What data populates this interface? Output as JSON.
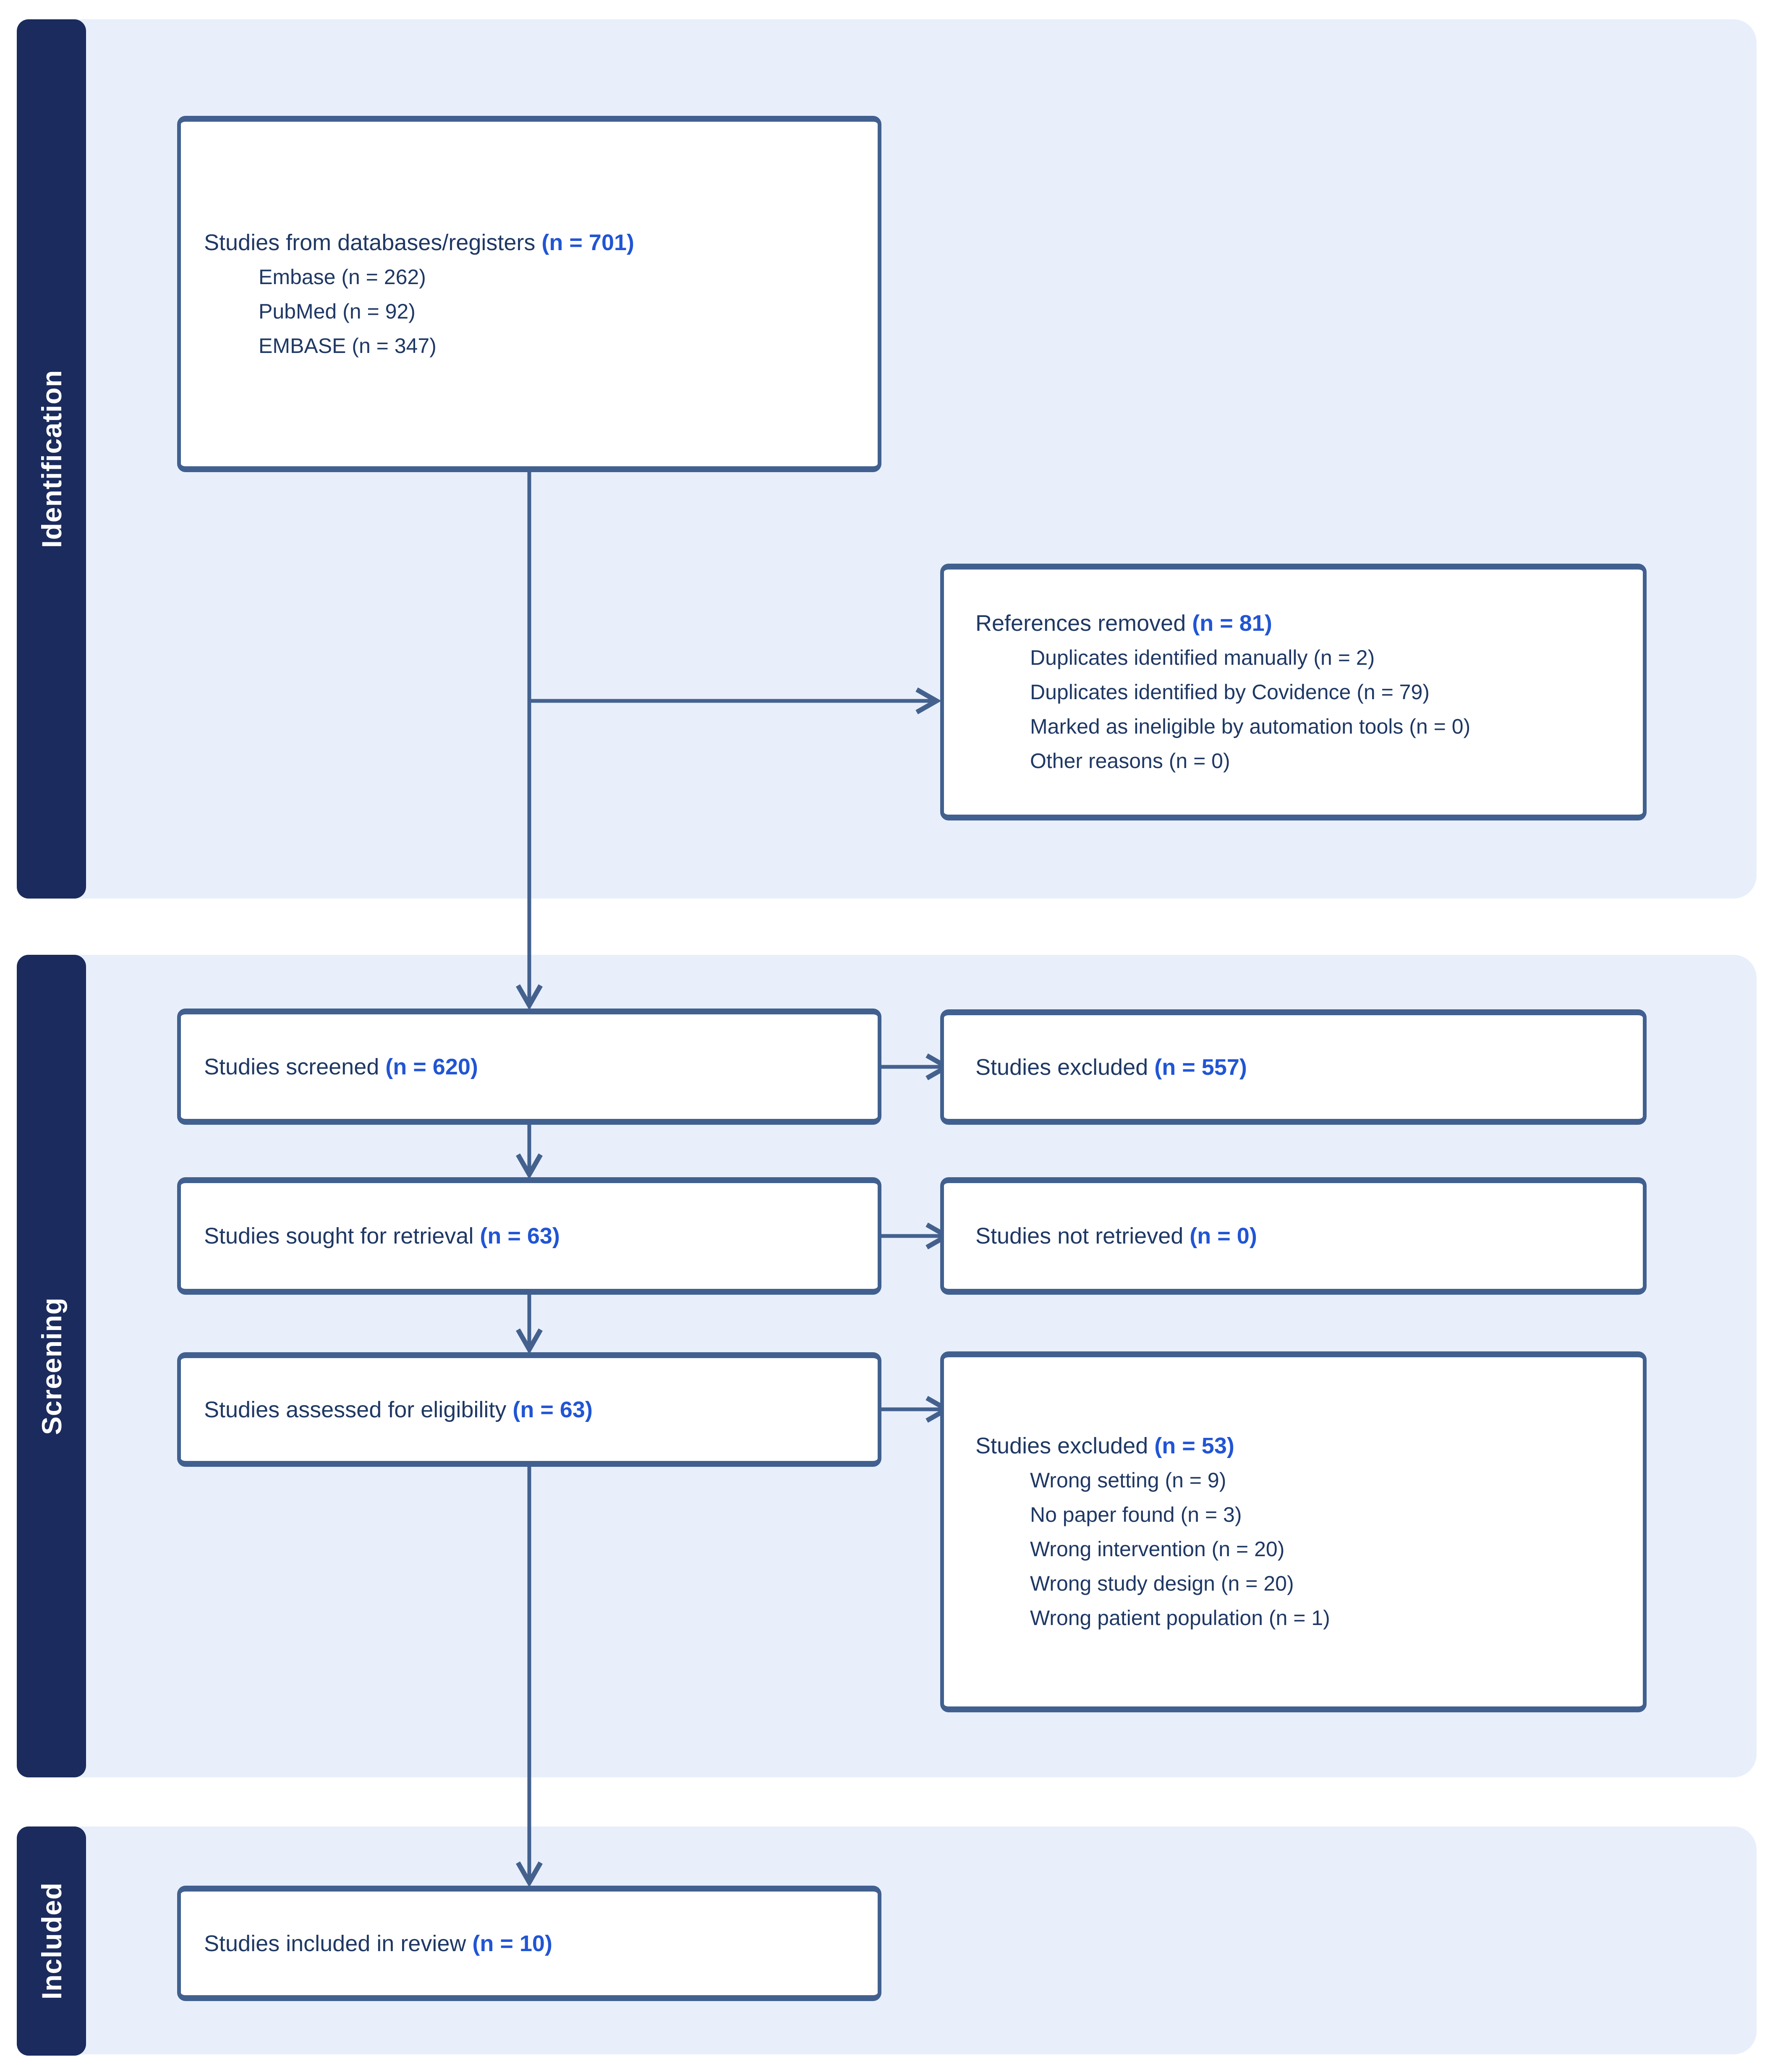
{
  "colors": {
    "panel_background": "#E8EFFB",
    "stage_bar": "#1B2B5E",
    "box_border": "#41608F",
    "arrow": "#44618E",
    "text": "#1F3864",
    "count_accent": "#2155D4"
  },
  "sidebar": {
    "sections": [
      {
        "label": "Identification"
      },
      {
        "label": "Screening"
      },
      {
        "label": "Included"
      }
    ]
  },
  "boxes": {
    "databases": {
      "label": "Studies from databases/registers",
      "count": "(n = 701)",
      "items": [
        "Embase (n = 262)",
        "PubMed (n = 92)",
        "EMBASE (n = 347)"
      ]
    },
    "references_removed": {
      "label": "References removed",
      "count": "(n = 81)",
      "items": [
        "Duplicates identified manually (n = 2)",
        "Duplicates identified by Covidence (n = 79)",
        "Marked as ineligible by automation tools (n = 0)",
        "Other reasons (n = 0)"
      ]
    },
    "screened": {
      "label": "Studies screened",
      "count": "(n = 620)"
    },
    "excluded_screening": {
      "label": "Studies excluded",
      "count": "(n = 557)"
    },
    "sought": {
      "label": "Studies sought for retrieval",
      "count": "(n = 63)"
    },
    "not_retrieved": {
      "label": "Studies not retrieved",
      "count": "(n = 0)"
    },
    "assessed": {
      "label": "Studies assessed for eligibility",
      "count": "(n = 63)"
    },
    "excluded_eligibility": {
      "label": "Studies excluded",
      "count": "(n = 53)",
      "items": [
        "Wrong setting (n = 9)",
        "No paper found (n = 3)",
        "Wrong intervention (n = 20)",
        "Wrong study design (n = 20)",
        "Wrong patient population (n = 1)"
      ]
    },
    "included": {
      "label": "Studies included in review",
      "count": "(n = 10)"
    }
  }
}
